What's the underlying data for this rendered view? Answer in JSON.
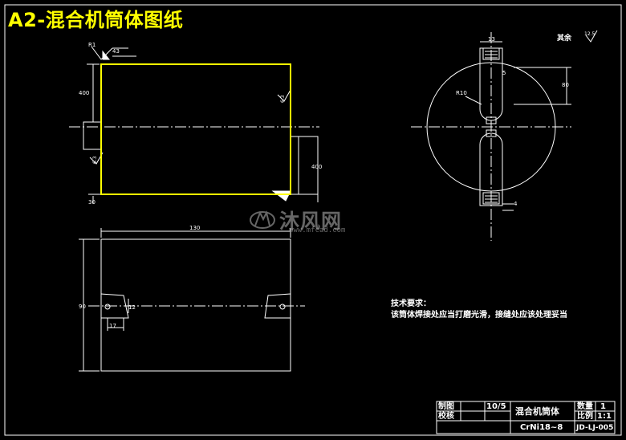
{
  "banner": {
    "title": "A2-混合机筒体图纸"
  },
  "dims": {
    "r1": "R1",
    "d43": "43",
    "d400_left": "400",
    "d400_right": "400",
    "d30": "30",
    "d130": "130",
    "d90": "90",
    "d12": "12",
    "d17": "17",
    "d13": "13",
    "d5": "5",
    "d80": "80",
    "r10": "R10",
    "d4": "4",
    "roughness_a": "6.3",
    "roughness_b": "6.3",
    "roughness_c": "12.5"
  },
  "remainder": {
    "label": "其余"
  },
  "tech": {
    "heading": "技术要求：",
    "line1": "该筒体焊接处应当打磨光滑，接缝处应该处理妥当"
  },
  "title_block": {
    "drawn_label": "制图",
    "checked_label": "校核",
    "scale_ratio": "10/5",
    "part_name": "混合机筒体",
    "material": "CrNi18~8",
    "qty_label": "数量",
    "qty_value": "1",
    "scale_label": "比例",
    "scale_value": "1:1",
    "drawing_no": "JD-LJ-005"
  },
  "watermark": {
    "text": "沐风网",
    "url": "www.mfcad.com"
  },
  "colors": {
    "line": "#ffffff",
    "outline": "#ffff00",
    "background": "#000000"
  }
}
